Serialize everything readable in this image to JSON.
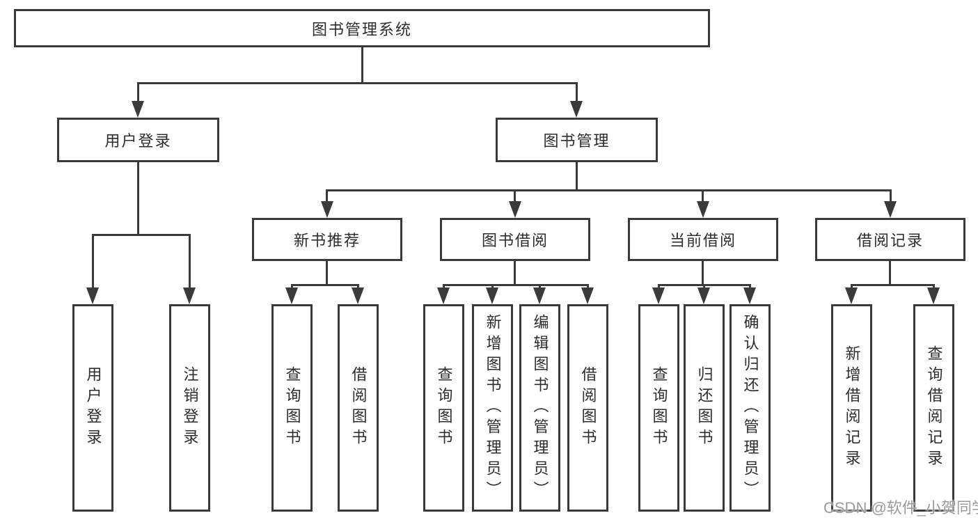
{
  "tree": {
    "root": {
      "label": "图书管理系统"
    },
    "user_login": {
      "label": "用户登录",
      "children": [
        {
          "label": "用户登录"
        },
        {
          "label": "注销登录"
        }
      ]
    },
    "book_mgmt": {
      "label": "图书管理",
      "children": [
        {
          "label": "新书推荐",
          "children": [
            {
              "label": "查询图书"
            },
            {
              "label": "借阅图书"
            }
          ]
        },
        {
          "label": "图书借阅",
          "children": [
            {
              "label": "查询图书"
            },
            {
              "label": "新增图书（管理员）"
            },
            {
              "label": "编辑图书（管理员）"
            },
            {
              "label": "借阅图书"
            }
          ]
        },
        {
          "label": "当前借阅",
          "children": [
            {
              "label": "查询图书"
            },
            {
              "label": "归还图书"
            },
            {
              "label": "确认归还（管理员）"
            }
          ]
        },
        {
          "label": "借阅记录",
          "children": [
            {
              "label": "新增借阅记录"
            },
            {
              "label": "查询借阅记录"
            }
          ]
        }
      ]
    }
  },
  "watermark": {
    "text": "CSDN @软件_小贺同学"
  },
  "colors": {
    "line": "#3a3a3a",
    "text": "#2d2d2d",
    "watermark": "#9a9a9a",
    "background": "#ffffff"
  }
}
